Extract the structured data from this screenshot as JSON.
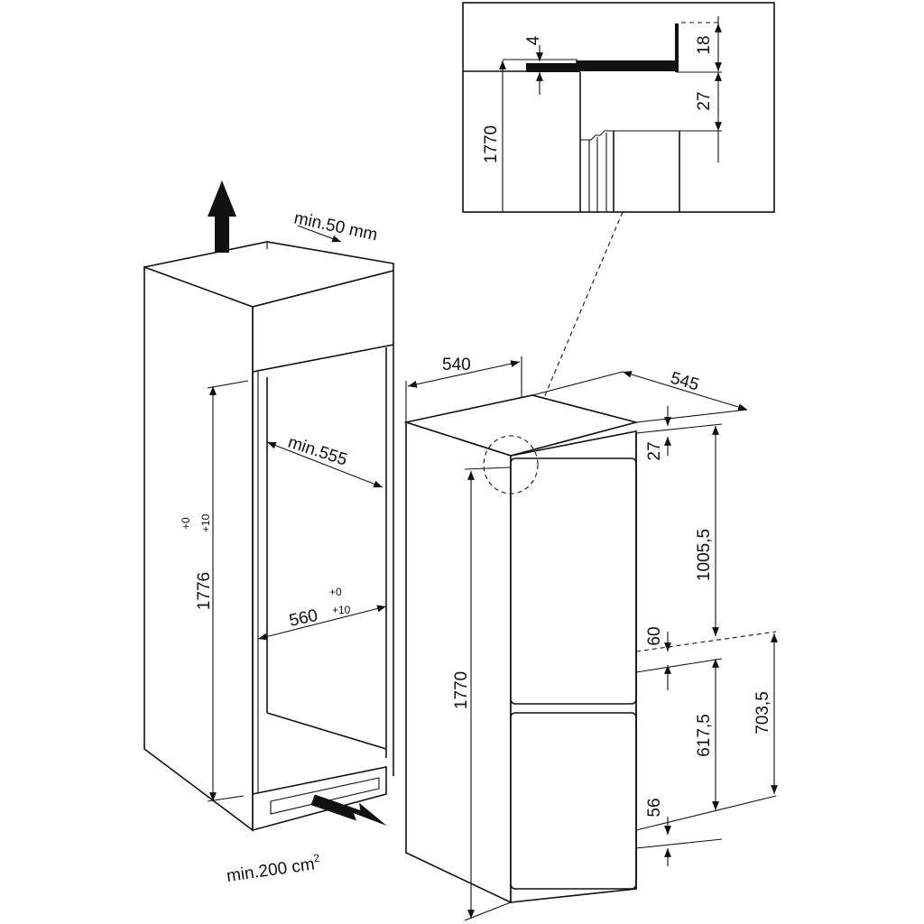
{
  "diagram": {
    "title": "Built-in fridge-freezer installation dimensions",
    "cabinet": {
      "ventilation_top": "min.50 mm",
      "ventilation_bottom": "min.200 cm",
      "ventilation_bottom_sup": "2",
      "depth": "min.555",
      "height": "1776",
      "height_tol_upper": "+0",
      "height_tol_lower": "+10",
      "width": "560",
      "width_tol_upper": "+0",
      "width_tol_lower": "+10"
    },
    "appliance": {
      "width": "540",
      "depth": "545",
      "height": "1770",
      "top_gap": "27",
      "upper_door": "1005,5",
      "door_gap": "60",
      "lower_door": "617,5",
      "lower_section": "703,5",
      "bottom_gap": "56"
    },
    "detail": {
      "thickness": "4",
      "bracket": "18",
      "gap": "27",
      "height": "1770"
    },
    "line_color": "#111111"
  }
}
